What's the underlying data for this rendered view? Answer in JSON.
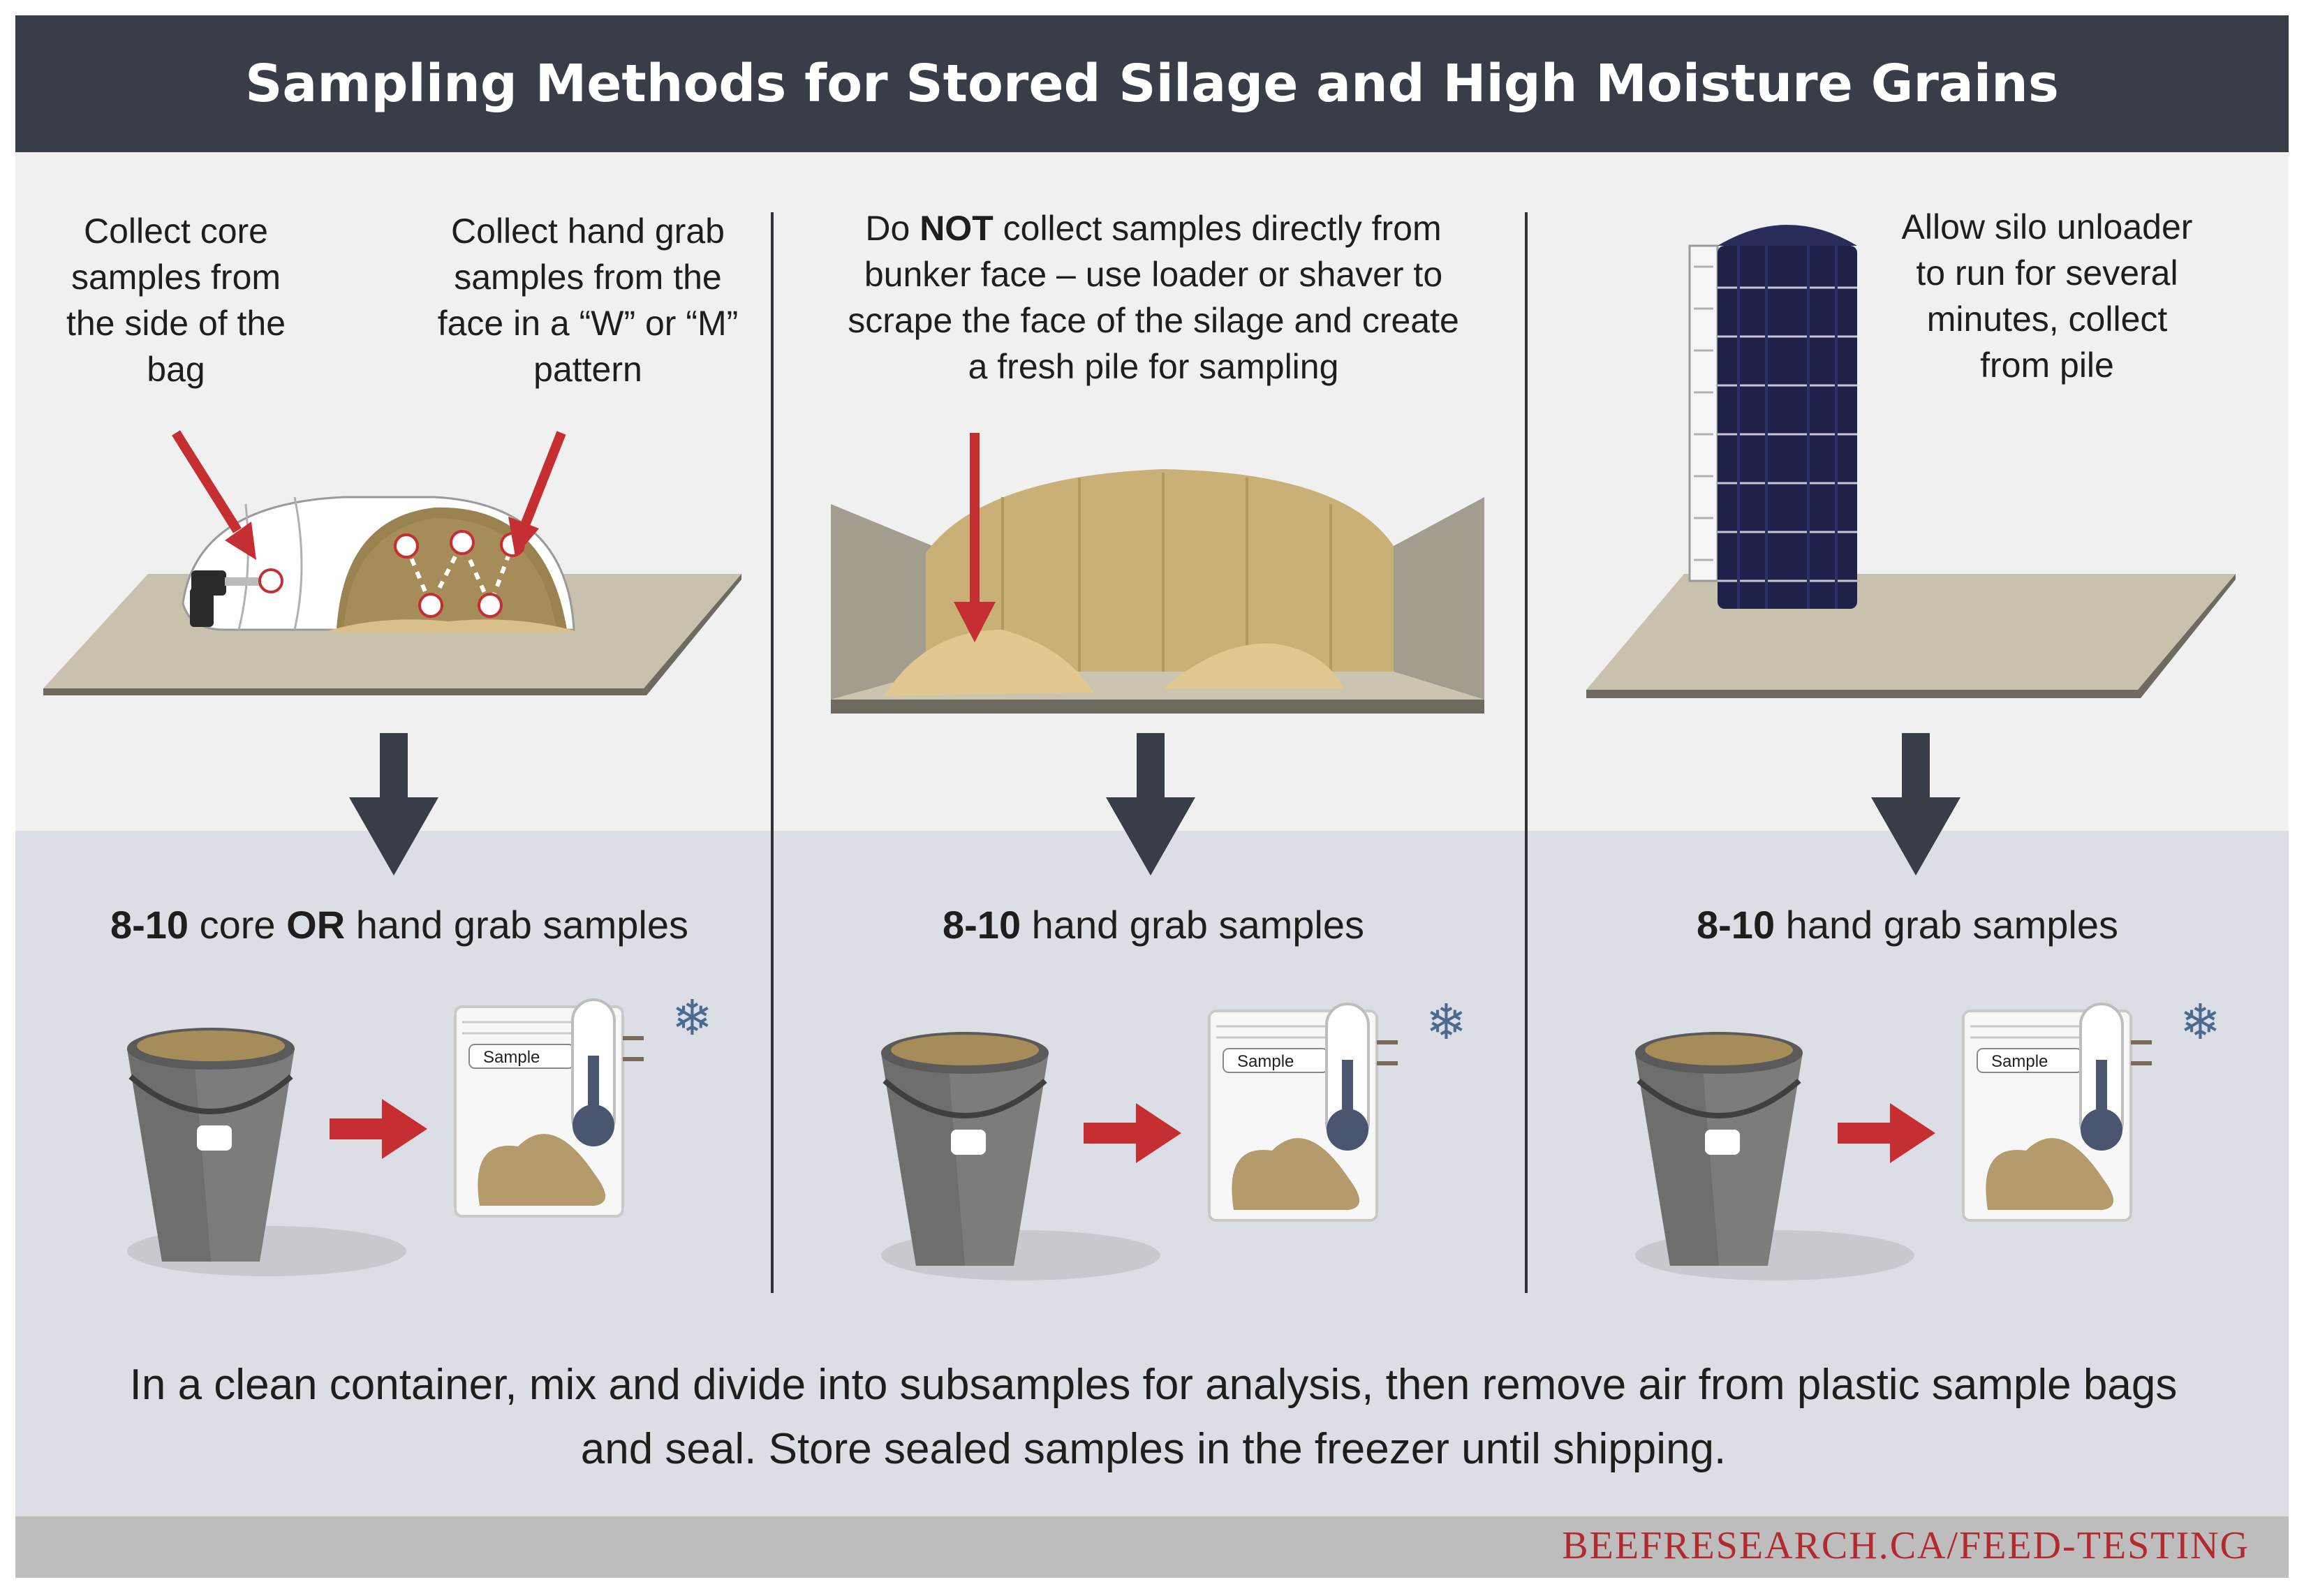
{
  "title": "Sampling Methods for Stored Silage and High Moisture Grains",
  "columns": [
    {
      "labels": [
        {
          "text": "Collect core samples from the side of the bag"
        },
        {
          "text": "Collect hand grab samples from the face in a “W” or “M” pattern"
        }
      ],
      "count": {
        "num": "8-10",
        "pre": " core ",
        "bold2": "OR",
        "post": " hand grab samples"
      },
      "bag_label": "Sample"
    },
    {
      "labels": [
        {
          "pre": "Do ",
          "bold": "NOT",
          "post": " collect samples directly from bunker face – use loader or shaver to scrape the face of the silage and create a fresh pile for sampling"
        }
      ],
      "count": {
        "num": "8-10",
        "post": " hand grab samples"
      },
      "bag_label": "Sample"
    },
    {
      "labels": [
        {
          "text": "Allow silo unloader to run for several minutes, collect from pile"
        }
      ],
      "count": {
        "num": "8-10",
        "post": " hand grab samples"
      },
      "bag_label": "Sample"
    }
  ],
  "instructions": "In a clean container, mix and divide into subsamples for analysis, then remove air from plastic sample bags and seal. Store sealed samples in the freezer until shipping.",
  "footer": "BEEFRESEARCH.CA/FEED-TESTING",
  "colors": {
    "title_bg": "#383d47",
    "arrow_red": "#c62f32",
    "arrow_dark": "#383d47",
    "silage": "#b59b6b",
    "pile": "#e0c890",
    "footer_text": "#b22a2e"
  }
}
